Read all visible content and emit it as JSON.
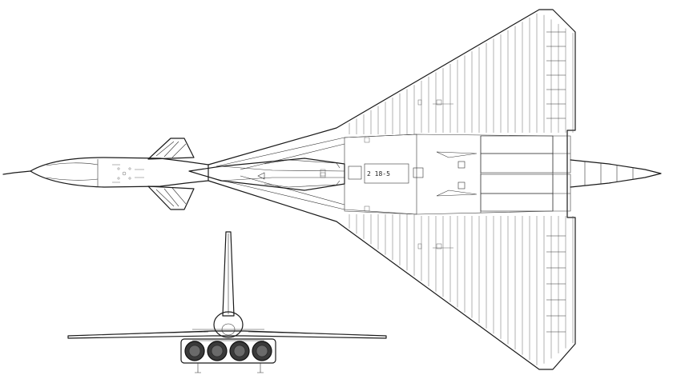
{
  "drawing": {
    "type": "three-view line drawing (plan view + front view)",
    "panel_code": "2 18-5",
    "wing_hinge_lines_per_panel": 7,
    "front_view_engine_nozzles": 4,
    "colors": {
      "line": "#1a1a1a",
      "background": "#ffffff"
    }
  }
}
